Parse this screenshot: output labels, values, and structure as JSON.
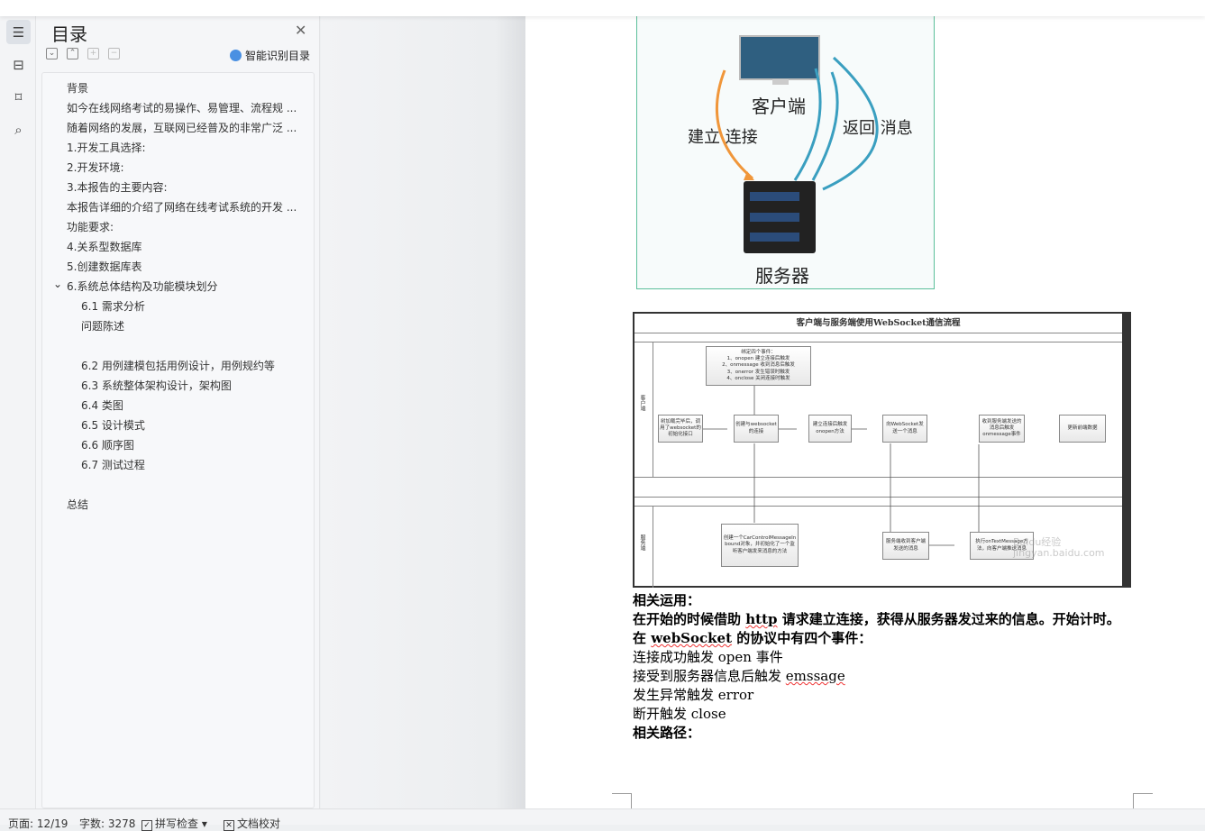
{
  "sidebar": {
    "title": "目录",
    "smart_label": "智能识别目录",
    "items": [
      {
        "label": "背景",
        "level": 1
      },
      {
        "label": "如今在线网络考试的易操作、易管理、流程规 ...",
        "level": 1
      },
      {
        "label": "随着网络的发展，互联网已经普及的非常广泛 ...",
        "level": 1
      },
      {
        "label": "1.开发工具选择:",
        "level": 1
      },
      {
        "label": "2.开发环境:",
        "level": 1
      },
      {
        "label": "3.本报告的主要内容:",
        "level": 1
      },
      {
        "label": "本报告详细的介绍了网络在线考试系统的开发 ...",
        "level": 1
      },
      {
        "label": "功能要求:",
        "level": 1
      },
      {
        "label": "4.关系型数据库",
        "level": 1
      },
      {
        "label": "5.创建数据库表",
        "level": 1
      },
      {
        "label": "6.系统总体结构及功能模块划分",
        "level": 1,
        "expanded": true
      },
      {
        "label": "6.1 需求分析",
        "level": 2
      },
      {
        "label": "问题陈述",
        "level": 2
      },
      {
        "label": "6.2 用例建模包括用例设计，用例规约等",
        "level": 2
      },
      {
        "label": "6.3 系统整体架构设计，架构图",
        "level": 2
      },
      {
        "label": "6.4 类图",
        "level": 2
      },
      {
        "label": "6.5 设计模式",
        "level": 2
      },
      {
        "label": "6.6 顺序图",
        "level": 2
      },
      {
        "label": "6.7 测试过程",
        "level": 2
      },
      {
        "label": "总结",
        "level": 1
      }
    ]
  },
  "figure1": {
    "client": "客户端",
    "connect": "建立 连接",
    "return": "返回 消息",
    "server": "服务器"
  },
  "figure2": {
    "title": "客户端与服务端使用WebSocket通信流程",
    "lane_client": "客户端",
    "lane_server": "服务端",
    "events_box": "绑定四个事件：\n1、onopen 建立连接后触发\n2、onmessage 收到消息后触发\n3、onerror 发生错误时触发\n4、onclose 关闭连接时触发",
    "box1": "树加载完毕后，调用了websocket的初始化接口",
    "box2": "创建与websocket的连接",
    "box3": "建立连接后触发onopen方法",
    "box4": "向WebSocket发送一个消息",
    "box5": "收到服务端发送的消息后触发onmessage事件",
    "box6": "更新前端数据",
    "box7": "创建一个CarControlMessageInbound对象，并初始化了一个监听客户端发来消息的方法",
    "box8": "服务端收到客户端发送的消息",
    "box9": "执行onTextMessage方法，向客户端推送消息",
    "watermark": "Baidu经验 jingyan.baidu.com"
  },
  "body_text": {
    "l1": "相关运用：",
    "l2a": "在开始的时候借助 ",
    "l2b": "http",
    "l2c": " 请求建立连接，获得从服务器发过来的信息。开始计时。",
    "l3a": "在 ",
    "l3b": "webSocket",
    "l3c": " 的协议中有四个事件：",
    "l4": "连接成功触发 open  事件",
    "l5a": "接受到服务器信息后触发 ",
    "l5b": "emssage",
    "l6": "发生异常触发 error",
    "l7": "断开触发 close",
    "l8": "相关路径："
  },
  "status": {
    "page": "页面: 12/19",
    "words": "字数: 3278",
    "spell": "拼写检查",
    "proof": "文档校对"
  }
}
